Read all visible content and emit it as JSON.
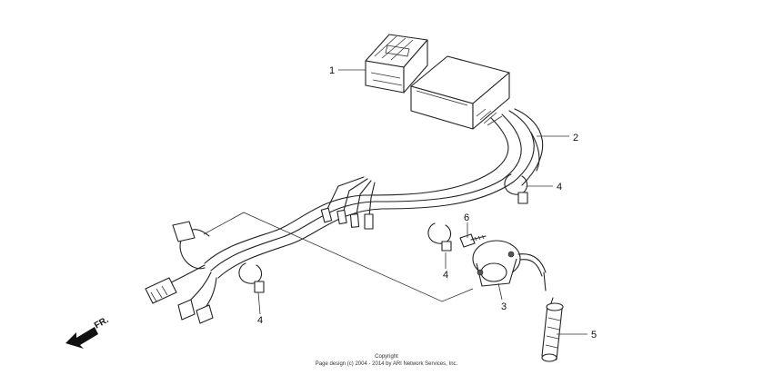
{
  "callouts": [
    {
      "id": "1",
      "text": "1"
    },
    {
      "id": "2",
      "text": "2"
    },
    {
      "id": "3",
      "text": "3"
    },
    {
      "id": "4a",
      "text": "4"
    },
    {
      "id": "4b",
      "text": "4"
    },
    {
      "id": "4c",
      "text": "4"
    },
    {
      "id": "5",
      "text": "5"
    },
    {
      "id": "6",
      "text": "6"
    }
  ],
  "direction_marker": {
    "text": "FR.",
    "icon": "front-direction-arrow-icon"
  },
  "copyright": {
    "line1": "Copyright",
    "line2": "Page design (c) 2004 - 2014 by ARI Network Services, Inc."
  }
}
